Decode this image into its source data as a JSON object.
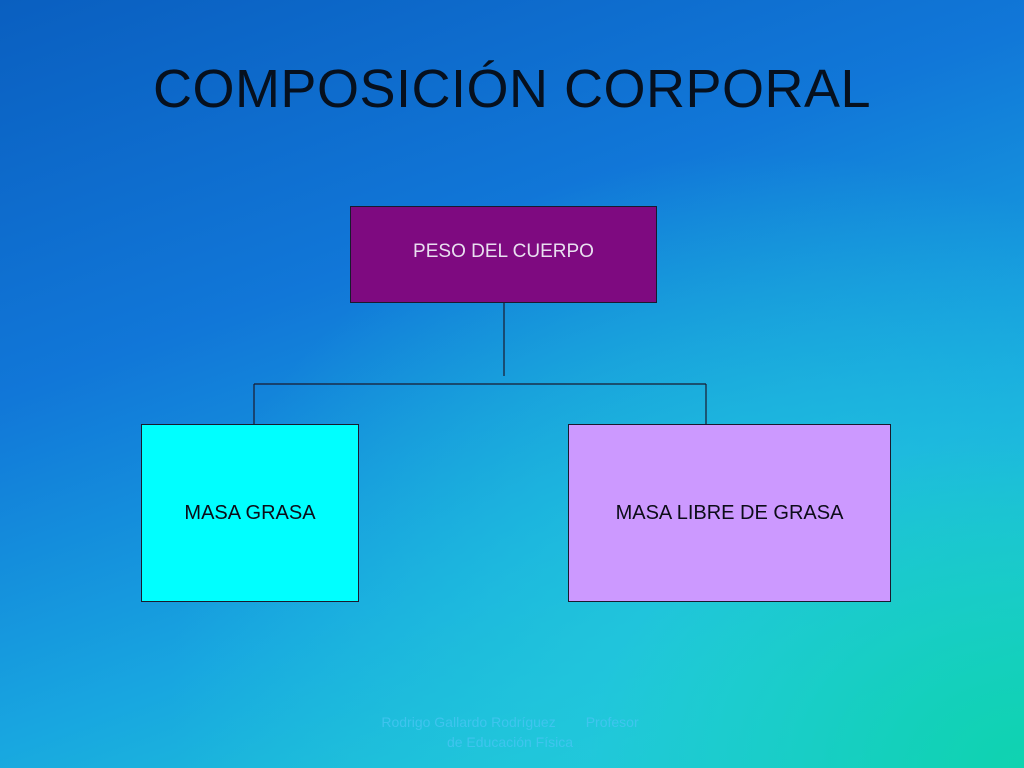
{
  "slide": {
    "title": "COMPOSICIÓN CORPORAL",
    "root_node": "PESO DEL CUERPO",
    "child_left": "MASA GRASA",
    "child_right": "MASA LIBRE DE GRASA",
    "footer": {
      "author": "Rodrigo Gallardo Rodríguez",
      "role_line1": "Profesor",
      "role_line2": "de Educación Física"
    }
  },
  "colors": {
    "root_fill": "#7e0a80",
    "left_fill": "#00ffff",
    "right_fill": "#cc99ff",
    "connector": "#1a1a2e"
  }
}
